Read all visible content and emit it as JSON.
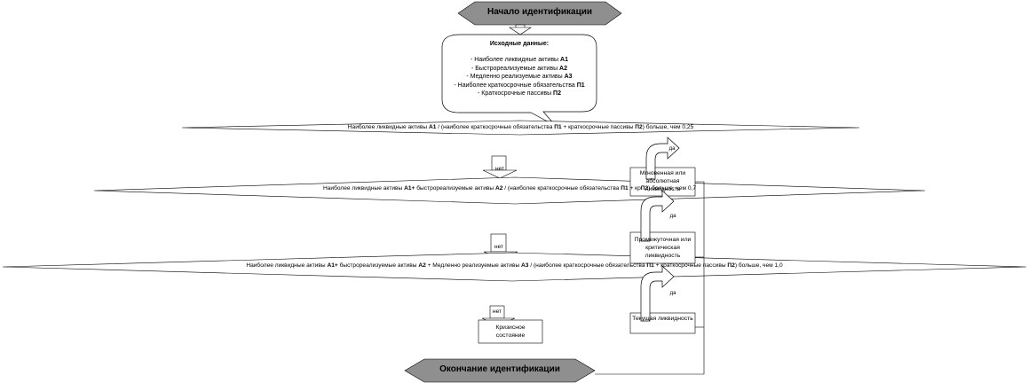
{
  "start": {
    "label": "Начало идентификации"
  },
  "end": {
    "label": "Окончание идентификации"
  },
  "source": {
    "title": "Исходные данные:",
    "items": [
      {
        "text": "- Наиболее ликвидные  активы ",
        "code": "А1"
      },
      {
        "text": "- Быстрореализуемые активы ",
        "code": "А2"
      },
      {
        "text": "- Медленно реализуемые активы ",
        "code": "А3"
      },
      {
        "text": "- Наиболее краткосрочные обязательства ",
        "code": "П1"
      },
      {
        "text": "- Краткосрочные пассивы ",
        "code": "П2"
      }
    ]
  },
  "conditions": [
    {
      "parts": [
        {
          "text": "Наиболее ликвидные  активы ",
          "bold": false
        },
        {
          "text": "А1",
          "bold": true
        },
        {
          "text": "    / (наиболее краткосрочные обязательства ",
          "bold": false
        },
        {
          "text": "П1",
          "bold": true
        },
        {
          "text": "  + краткосрочные пассивы ",
          "bold": false
        },
        {
          "text": "П2",
          "bold": true
        },
        {
          "text": ")    больше, чем 0,25",
          "bold": false
        }
      ]
    },
    {
      "parts": [
        {
          "text": "Наиболее ликвидные  активы ",
          "bold": false
        },
        {
          "text": "А1+",
          "bold": true
        },
        {
          "text": "  быстрореализуемые активы ",
          "bold": false
        },
        {
          "text": "А2",
          "bold": true
        },
        {
          "text": " / (наиболее краткосрочные обязательства ",
          "bold": false
        },
        {
          "text": "П1",
          "bold": true
        },
        {
          "text": " + кр",
          "bold": false
        },
        {
          "text": "П2",
          "bold": true
        },
        {
          "text": ")    больше, чем 0,7",
          "bold": false
        }
      ]
    },
    {
      "parts": [
        {
          "text": "Наиболее ликвидные  активы ",
          "bold": false
        },
        {
          "text": "А1+",
          "bold": true
        },
        {
          "text": "  быстрореализуемые активы ",
          "bold": false
        },
        {
          "text": "А2",
          "bold": true
        },
        {
          "text": " + Медленно реализуемые активы ",
          "bold": false
        },
        {
          "text": "А3",
          "bold": true
        },
        {
          "text": "  / (наиболее краткосрочные обязательства ",
          "bold": false
        },
        {
          "text": "П1",
          "bold": true
        },
        {
          "text": " + краткосрочные пассивы ",
          "bold": false
        },
        {
          "text": "П2",
          "bold": true
        },
        {
          "text": ")     больше, чем 1,0",
          "bold": false
        }
      ]
    }
  ],
  "no_label": "нет",
  "yes_label": "да",
  "results": [
    {
      "label": "Мгновенная или абсолютная ликвидность"
    },
    {
      "label": "Промежуточная или критическая ликвидность"
    },
    {
      "label": "Текущая ликвидность"
    },
    {
      "label": "Кризисное состояние"
    }
  ],
  "colors": {
    "terminal_fill": "#8f8f8f",
    "stroke": "#000000",
    "background": "#ffffff"
  }
}
